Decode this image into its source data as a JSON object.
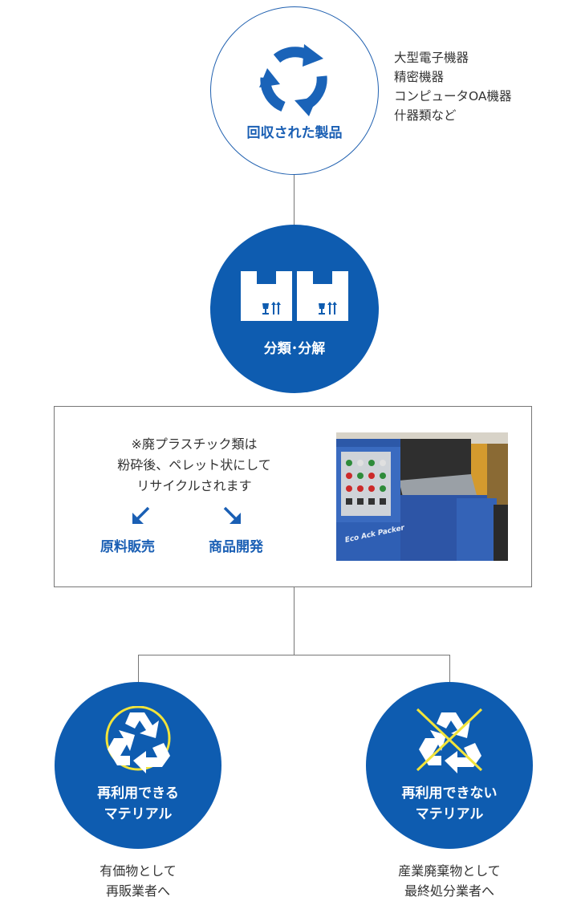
{
  "step1": {
    "label": "回収された製品",
    "list": [
      "大型電子機器",
      "精密機器",
      "コンピュータOA機器",
      "什器類など"
    ]
  },
  "step2": {
    "label": "分類･分解"
  },
  "process_box": {
    "lines": [
      "※廃プラスチック類は",
      "粉砕後、ペレット状にして",
      "リサイクルされます"
    ],
    "branch_left": "原料販売",
    "branch_right": "商品開発",
    "photo_caption": "Eco Ack Packer"
  },
  "recyclable": {
    "label_line1": "再利用できる",
    "label_line2": "マテリアル",
    "note_line1": "有価物として",
    "note_line2": "再販業者へ"
  },
  "non_recyclable": {
    "label_line1": "再利用できない",
    "label_line2": "マテリアル",
    "note_line1": "産業廃棄物として",
    "note_line2": "最終処分業者へ"
  },
  "colors": {
    "primary_blue": "#0e5cb0",
    "accent_yellow": "#f2e43a",
    "line_gray": "#777777"
  }
}
